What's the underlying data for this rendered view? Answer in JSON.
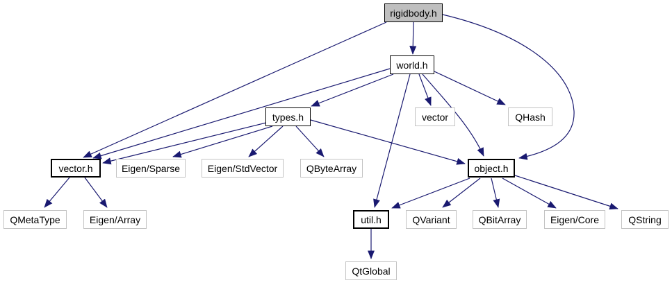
{
  "diagram": {
    "type": "include-dependency-graph",
    "nodes": {
      "rigidbody": {
        "label": "rigidbody.h",
        "type": "current"
      },
      "world": {
        "label": "world.h",
        "type": "internal"
      },
      "types": {
        "label": "types.h",
        "type": "internal"
      },
      "vector_std": {
        "label": "vector",
        "type": "external"
      },
      "qhash": {
        "label": "QHash",
        "type": "external"
      },
      "vectorh": {
        "label": "vector.h",
        "type": "internal"
      },
      "eigensparse": {
        "label": "Eigen/Sparse",
        "type": "external"
      },
      "eigenstdvector": {
        "label": "Eigen/StdVector",
        "type": "external"
      },
      "qbytearray": {
        "label": "QByteArray",
        "type": "external"
      },
      "object": {
        "label": "object.h",
        "type": "internal"
      },
      "qmetatype": {
        "label": "QMetaType",
        "type": "external"
      },
      "eigenarray": {
        "label": "Eigen/Array",
        "type": "external"
      },
      "util": {
        "label": "util.h",
        "type": "internal"
      },
      "qvariant": {
        "label": "QVariant",
        "type": "external"
      },
      "qbitarray": {
        "label": "QBitArray",
        "type": "external"
      },
      "eigencore": {
        "label": "Eigen/Core",
        "type": "external"
      },
      "qstring": {
        "label": "QString",
        "type": "external"
      },
      "qtglobal": {
        "label": "QtGlobal",
        "type": "external"
      }
    },
    "edges": [
      {
        "from": "rigidbody",
        "to": "world"
      },
      {
        "from": "rigidbody",
        "to": "vectorh"
      },
      {
        "from": "rigidbody",
        "to": "object"
      },
      {
        "from": "world",
        "to": "types"
      },
      {
        "from": "world",
        "to": "vectorh"
      },
      {
        "from": "world",
        "to": "vector_std"
      },
      {
        "from": "world",
        "to": "qhash"
      },
      {
        "from": "world",
        "to": "object"
      },
      {
        "from": "world",
        "to": "util"
      },
      {
        "from": "types",
        "to": "vectorh"
      },
      {
        "from": "types",
        "to": "eigensparse"
      },
      {
        "from": "types",
        "to": "eigenstdvector"
      },
      {
        "from": "types",
        "to": "qbytearray"
      },
      {
        "from": "types",
        "to": "object"
      },
      {
        "from": "vectorh",
        "to": "qmetatype"
      },
      {
        "from": "vectorh",
        "to": "eigenarray"
      },
      {
        "from": "object",
        "to": "util"
      },
      {
        "from": "object",
        "to": "qvariant"
      },
      {
        "from": "object",
        "to": "qbitarray"
      },
      {
        "from": "object",
        "to": "eigencore"
      },
      {
        "from": "object",
        "to": "qstring"
      },
      {
        "from": "util",
        "to": "qtglobal"
      }
    ],
    "colors": {
      "edge": "#191970",
      "current_fill": "#bfbfbf",
      "node_border": "#000000",
      "external_border": "#c3c3c3",
      "background": "#ffffff",
      "text": "#000000"
    }
  }
}
